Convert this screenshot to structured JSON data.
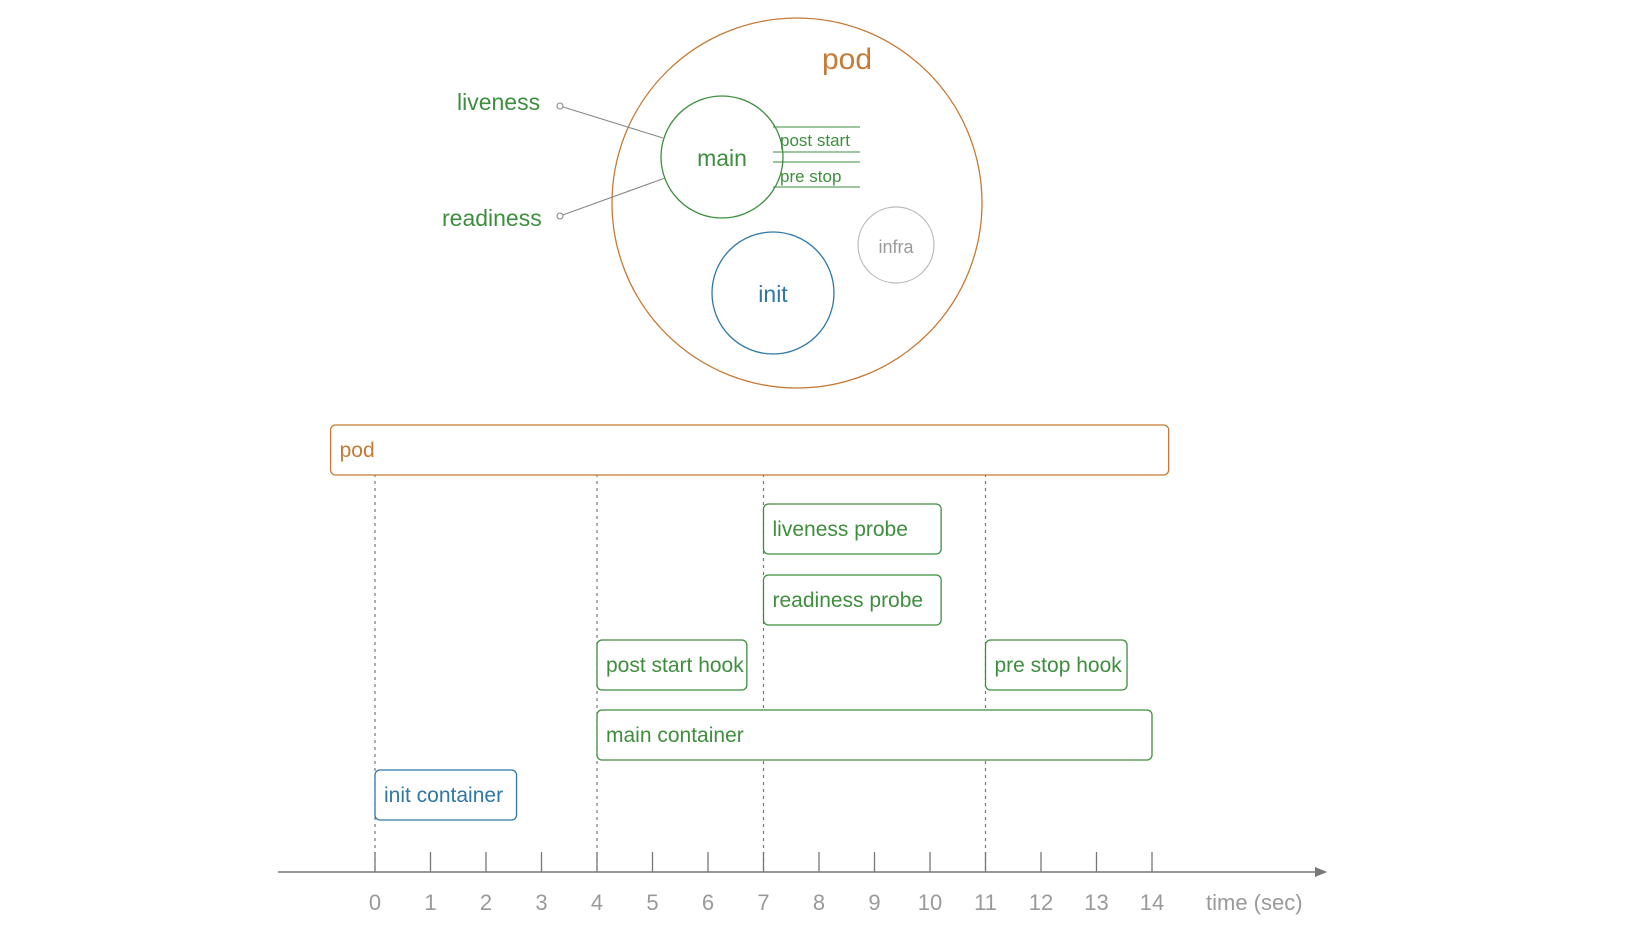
{
  "colors": {
    "pod": "#c67a34",
    "green": "#3e8e3e",
    "blue": "#2f78a6",
    "gray": "#9a9a9a",
    "axis": "#777777",
    "dash": "#777777"
  },
  "top_diagram": {
    "pod_label": "pod",
    "main_label": "main",
    "init_label": "init",
    "infra_label": "infra",
    "post_start_label": "post start",
    "pre_stop_label": "pre stop",
    "liveness_label": "liveness",
    "readiness_label": "readiness"
  },
  "timeline": {
    "axis_label": "time (sec)",
    "ticks": [
      0,
      1,
      2,
      3,
      4,
      5,
      6,
      7,
      8,
      9,
      10,
      11,
      12,
      13,
      14
    ],
    "markers": [
      0,
      4,
      7,
      11
    ],
    "bars": [
      {
        "key": "pod",
        "label": "pod",
        "start": -0.8,
        "end": 14.3,
        "row": 0,
        "color": "pod"
      },
      {
        "key": "liveness-probe",
        "label": "liveness probe",
        "start": 7,
        "end": 10.2,
        "row": 1,
        "color": "green"
      },
      {
        "key": "readiness-probe",
        "label": "readiness probe",
        "start": 7,
        "end": 10.2,
        "row": 2,
        "color": "green"
      },
      {
        "key": "post-start-hook",
        "label": "post start hook",
        "start": 4,
        "end": 6.7,
        "row": 3,
        "color": "green"
      },
      {
        "key": "pre-stop-hook",
        "label": "pre stop hook",
        "start": 11,
        "end": 13.55,
        "row": 3,
        "color": "green"
      },
      {
        "key": "main-container",
        "label": "main container",
        "start": 4,
        "end": 14,
        "row": 4,
        "color": "green"
      },
      {
        "key": "init-container",
        "label": "init container",
        "start": 0,
        "end": 2.55,
        "row": 5,
        "color": "blue"
      }
    ]
  }
}
